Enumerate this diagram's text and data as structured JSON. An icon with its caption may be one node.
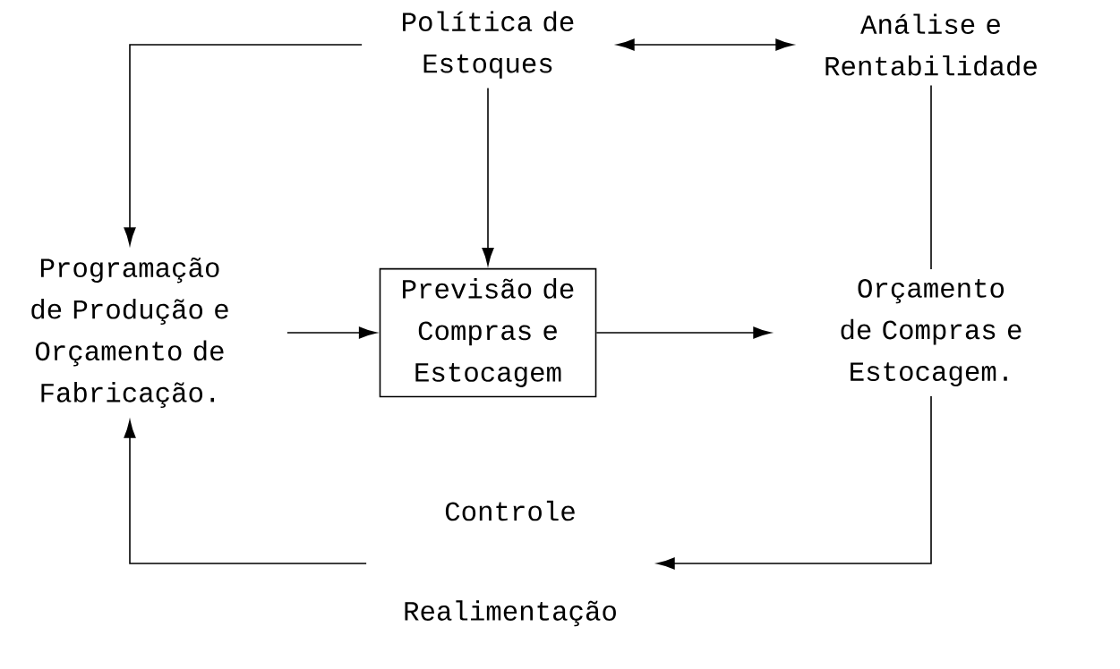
{
  "diagram": {
    "nodes": [
      {
        "text": [
          "Política de Estoques"
        ]
      },
      {
        "text": [
          "Análise e Rentabilidade"
        ]
      },
      {
        "text": [
          "Programação de Produção e Orçamento de Fabricação."
        ]
      },
      {
        "text": [
          "Previsão de Compras e Estocagem"
        ]
      },
      {
        "text": [
          "Orçamento de Compras e Estocagem."
        ]
      },
      {
        "text": [
          "Controle",
          "Realimentação"
        ]
      }
    ],
    "edges": [
      {
        "from": 0,
        "to": 2,
        "arrow": "to"
      },
      {
        "from": 0,
        "to": 1,
        "arrow": "both"
      },
      {
        "from": 0,
        "to": 3,
        "arrow": "to"
      },
      {
        "from": 1,
        "to": 4,
        "arrow": "none"
      },
      {
        "from": 2,
        "to": 3,
        "arrow": "to"
      },
      {
        "from": 3,
        "to": 4,
        "arrow": "to"
      },
      {
        "from": 4,
        "to": 5,
        "arrow": "to"
      },
      {
        "from": 5,
        "to": 2,
        "arrow": "to"
      }
    ]
  }
}
